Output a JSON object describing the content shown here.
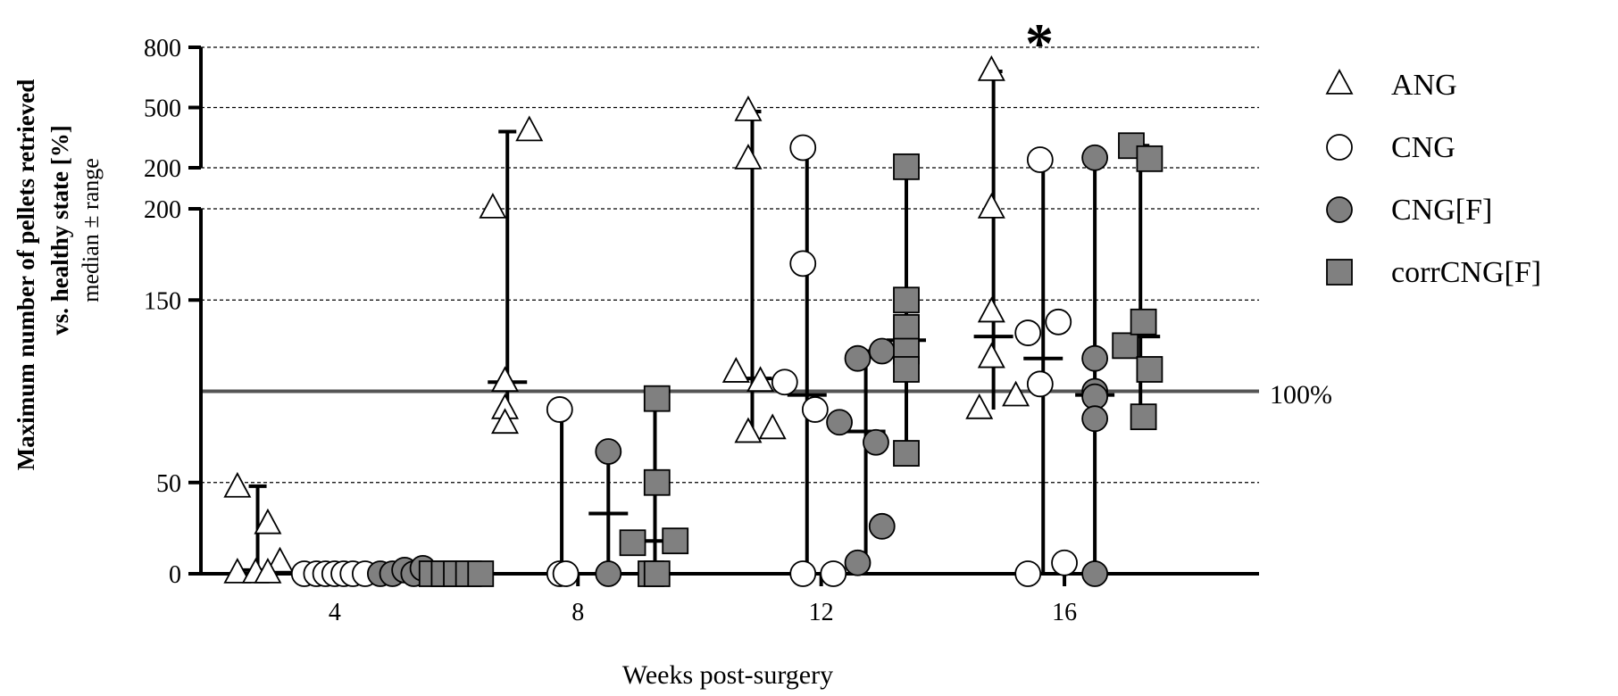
{
  "chart_data": {
    "type": "scatter",
    "title": "",
    "ylabel": "Maximum number of pellets retrieved vs. healthy state [%]",
    "ylabel_line1": "Maximum number of pellets retrieved",
    "ylabel_line2": "vs. healthy state [%]",
    "ylabel_sub": "median ± range",
    "xlabel": "Weeks post-surgery",
    "x_ticks": [
      "4",
      "8",
      "12",
      "16"
    ],
    "x_tick_values": [
      4,
      8,
      12,
      16
    ],
    "xlim": [
      1.8,
      19.2
    ],
    "y_ticks_lower": [
      "0",
      "50",
      "150",
      "200"
    ],
    "y_tick_values_lower": [
      0,
      50,
      150,
      200
    ],
    "y_ticks_upper": [
      "200",
      "500",
      "800"
    ],
    "y_tick_values_upper": [
      200,
      500,
      800
    ],
    "ylim_lower": [
      0,
      200
    ],
    "ylim_upper": [
      200,
      800
    ],
    "axis_break": "between 200 and 200 (broken y-axis)",
    "reference_line": {
      "value": 100,
      "label": "100%"
    },
    "significance_marker": {
      "week": 16,
      "label": "*"
    },
    "legend_position": "right",
    "grid": "dashed horizontal lines at ticks",
    "series": [
      {
        "name": "ANG",
        "marker": "triangle-open",
        "groups": [
          {
            "week": 4,
            "points": [
              [
                2.4,
                47
              ],
              [
                2.4,
                0
              ],
              [
                2.7,
                0
              ],
              [
                2.9,
                27
              ],
              [
                3.1,
                6
              ],
              [
                2.9,
                0
              ]
            ],
            "median": 2,
            "range": [
              0,
              48
            ]
          },
          {
            "week": 8,
            "points": [
              [
                6.6,
                200
              ],
              [
                7.2,
                380
              ],
              [
                6.8,
                105
              ],
              [
                6.8,
                90
              ],
              [
                6.8,
                82
              ]
            ],
            "median": 105,
            "range": [
              82,
              380
            ]
          },
          {
            "week": 12,
            "points": [
              [
                10.6,
                110
              ],
              [
                10.8,
                480
              ],
              [
                10.8,
                240
              ],
              [
                11.0,
                105
              ],
              [
                10.8,
                77
              ],
              [
                11.2,
                79
              ]
            ],
            "median": 107,
            "range": [
              77,
              480
            ]
          },
          {
            "week": 16,
            "points": [
              [
                14.8,
                680
              ],
              [
                14.8,
                200
              ],
              [
                14.8,
                143
              ],
              [
                14.8,
                118
              ],
              [
                14.6,
                90
              ],
              [
                15.2,
                97
              ]
            ],
            "median": 130,
            "range": [
              90,
              680
            ]
          }
        ]
      },
      {
        "name": "CNG",
        "marker": "circle-open",
        "groups": [
          {
            "week": 4,
            "points": [
              [
                3.5,
                0
              ],
              [
                3.7,
                0
              ],
              [
                3.85,
                0
              ],
              [
                4.0,
                0
              ],
              [
                4.15,
                0
              ],
              [
                4.3,
                0
              ],
              [
                4.5,
                0
              ]
            ],
            "median": 0,
            "range": [
              0,
              0
            ]
          },
          {
            "week": 8,
            "points": [
              [
                7.7,
                90
              ],
              [
                7.7,
                0
              ],
              [
                7.8,
                0
              ]
            ],
            "median": 0,
            "range": [
              0,
              90
            ]
          },
          {
            "week": 12,
            "points": [
              [
                11.7,
                300
              ],
              [
                11.7,
                170
              ],
              [
                11.4,
                105
              ],
              [
                11.9,
                90
              ],
              [
                11.7,
                0
              ],
              [
                12.2,
                0
              ]
            ],
            "median": 98,
            "range": [
              0,
              300
            ]
          },
          {
            "week": 16,
            "points": [
              [
                15.6,
                240
              ],
              [
                15.4,
                132
              ],
              [
                15.6,
                104
              ],
              [
                15.9,
                138
              ],
              [
                15.4,
                0
              ],
              [
                16.0,
                6
              ]
            ],
            "median": 118,
            "range": [
              0,
              240
            ]
          }
        ]
      },
      {
        "name": "CNG[F]",
        "marker": "circle-filled",
        "groups": [
          {
            "week": 4,
            "points": [
              [
                4.75,
                0
              ],
              [
                4.95,
                0
              ],
              [
                5.15,
                2
              ],
              [
                5.3,
                0
              ],
              [
                5.45,
                3
              ]
            ],
            "median": 1,
            "range": [
              0,
              3
            ]
          },
          {
            "week": 8,
            "points": [
              [
                8.5,
                67
              ],
              [
                8.5,
                0
              ]
            ],
            "median": 33,
            "range": [
              0,
              67
            ]
          },
          {
            "week": 12,
            "points": [
              [
                12.3,
                83
              ],
              [
                12.6,
                118
              ],
              [
                13.0,
                122
              ],
              [
                12.9,
                72
              ],
              [
                13.0,
                26
              ],
              [
                12.6,
                6
              ]
            ],
            "median": 78,
            "range": [
              6,
              122
            ]
          },
          {
            "week": 16,
            "points": [
              [
                16.5,
                250
              ],
              [
                16.5,
                118
              ],
              [
                16.5,
                100
              ],
              [
                16.5,
                97
              ],
              [
                16.5,
                85
              ],
              [
                16.5,
                0
              ]
            ],
            "median": 98,
            "range": [
              0,
              250
            ]
          }
        ]
      },
      {
        "name": "corrCNG[F]",
        "marker": "square-filled",
        "groups": [
          {
            "week": 4,
            "points": [
              [
                5.6,
                0
              ],
              [
                5.8,
                0
              ],
              [
                6.0,
                0
              ],
              [
                6.2,
                0
              ],
              [
                6.4,
                0
              ]
            ],
            "median": 0,
            "range": [
              0,
              0
            ]
          },
          {
            "week": 8,
            "points": [
              [
                9.3,
                96
              ],
              [
                9.3,
                50
              ],
              [
                8.9,
                17
              ],
              [
                9.6,
                18
              ],
              [
                9.2,
                0
              ],
              [
                9.3,
                0
              ]
            ],
            "median": 18,
            "range": [
              0,
              96
            ]
          },
          {
            "week": 12,
            "points": [
              [
                13.4,
                205
              ],
              [
                13.4,
                150
              ],
              [
                13.4,
                135
              ],
              [
                13.4,
                122
              ],
              [
                13.4,
                112
              ],
              [
                13.4,
                66
              ]
            ],
            "median": 128,
            "range": [
              66,
              205
            ]
          },
          {
            "week": 16,
            "points": [
              [
                17.1,
                310
              ],
              [
                17.4,
                245
              ],
              [
                17.0,
                125
              ],
              [
                17.3,
                138
              ],
              [
                17.4,
                112
              ],
              [
                17.3,
                86
              ]
            ],
            "median": 130,
            "range": [
              86,
              310
            ]
          }
        ]
      }
    ]
  }
}
